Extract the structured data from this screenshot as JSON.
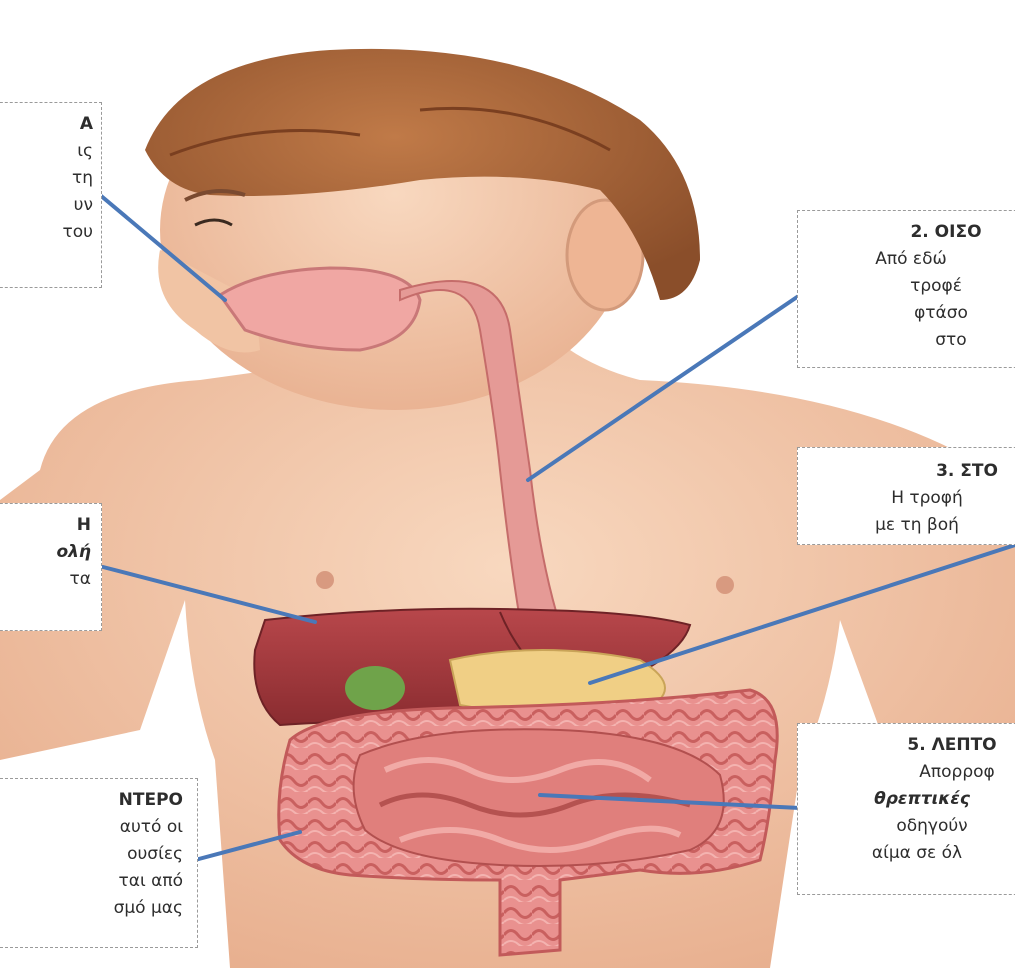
{
  "labels": {
    "mouth": {
      "title": "Α",
      "lines": [
        "ις",
        "τη",
        "υν",
        "του"
      ]
    },
    "esophagus": {
      "title": "2. ΟΙΣΟ",
      "lines": [
        "Από εδώ",
        "τροφέ",
        "φτάσο",
        "στο"
      ]
    },
    "stomach": {
      "title": "3. ΣΤΟ",
      "lines": [
        "Η τροφή",
        "με τη βοή"
      ]
    },
    "liver": {
      "title": "Η",
      "line_italic": "ολή",
      "line": "τα"
    },
    "small_intestine": {
      "title": "5. ΛΕΠΤΟ",
      "lines": [
        "Απορροφ"
      ],
      "italic": "θρεπτικές",
      "lines2": [
        "οδηγούν",
        "αίμα σε όλ"
      ]
    },
    "large_intestine": {
      "title": "ΝΤΕΡΟ",
      "lines": [
        "αυτό οι",
        "ουσίες",
        "ται από",
        "σμό μας"
      ]
    }
  },
  "colors": {
    "pointer": "#4a78b8",
    "box_border": "#9a9a9a",
    "skin": "#f2c8a8",
    "hair": "#a8663a",
    "liver": "#a83a3e",
    "intestine": "#e58c8a"
  }
}
